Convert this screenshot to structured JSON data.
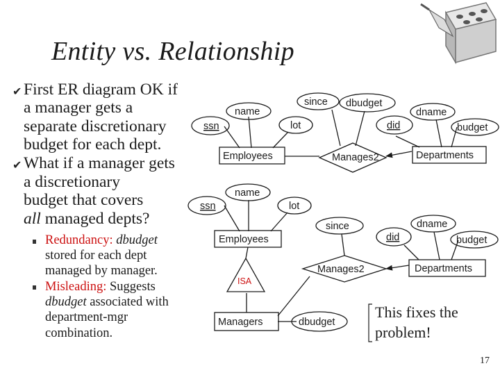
{
  "slide": {
    "title": "Entity vs. Relationship",
    "page_number": "17",
    "note_line1": "This fixes the",
    "note_line2": "problem!"
  },
  "bullets": [
    {
      "lines": [
        "First ER diagram OK if",
        "a manager gets a",
        "separate discretionary",
        "budget for each dept."
      ]
    },
    {
      "lines": [
        "What if a manager gets",
        "a discretionary",
        "budget that covers"
      ],
      "last_line_italic": "all",
      "last_line_rest": " managed depts?",
      "subbullets": [
        {
          "label": "Redundancy:",
          "italic_word": "dbudget",
          "lines": [
            "stored for each dept",
            "managed by manager."
          ]
        },
        {
          "label": "Misleading:",
          "text": " Suggests",
          "italic_word": "dbudget",
          "lines_after_italic": " associated with",
          "lines": [
            "department-mgr",
            "combination."
          ]
        }
      ]
    }
  ],
  "diagram1": {
    "entities": {
      "employees": "Employees",
      "departments": "Departments"
    },
    "relationship": "Manages2",
    "attributes": {
      "ssn": "ssn",
      "name": "name",
      "lot": "lot",
      "since": "since",
      "dbudget": "dbudget",
      "did": "did",
      "dname": "dname",
      "budget": "budget"
    }
  },
  "diagram2": {
    "entities": {
      "employees": "Employees",
      "departments": "Departments",
      "managers": "Managers"
    },
    "relationship": "Manages2",
    "isa": "ISA",
    "attributes": {
      "ssn": "ssn",
      "name": "name",
      "lot": "lot",
      "since": "since",
      "dbudget": "dbudget",
      "did": "did",
      "dname": "dname",
      "budget": "budget"
    }
  },
  "colors": {
    "isa_text": "#cc1010",
    "accent_red": "#cc1010",
    "text": "#1a1a1a"
  },
  "icons": [
    "v-bullet-icon",
    "square-bullet-icon",
    "toolbox-logo"
  ]
}
